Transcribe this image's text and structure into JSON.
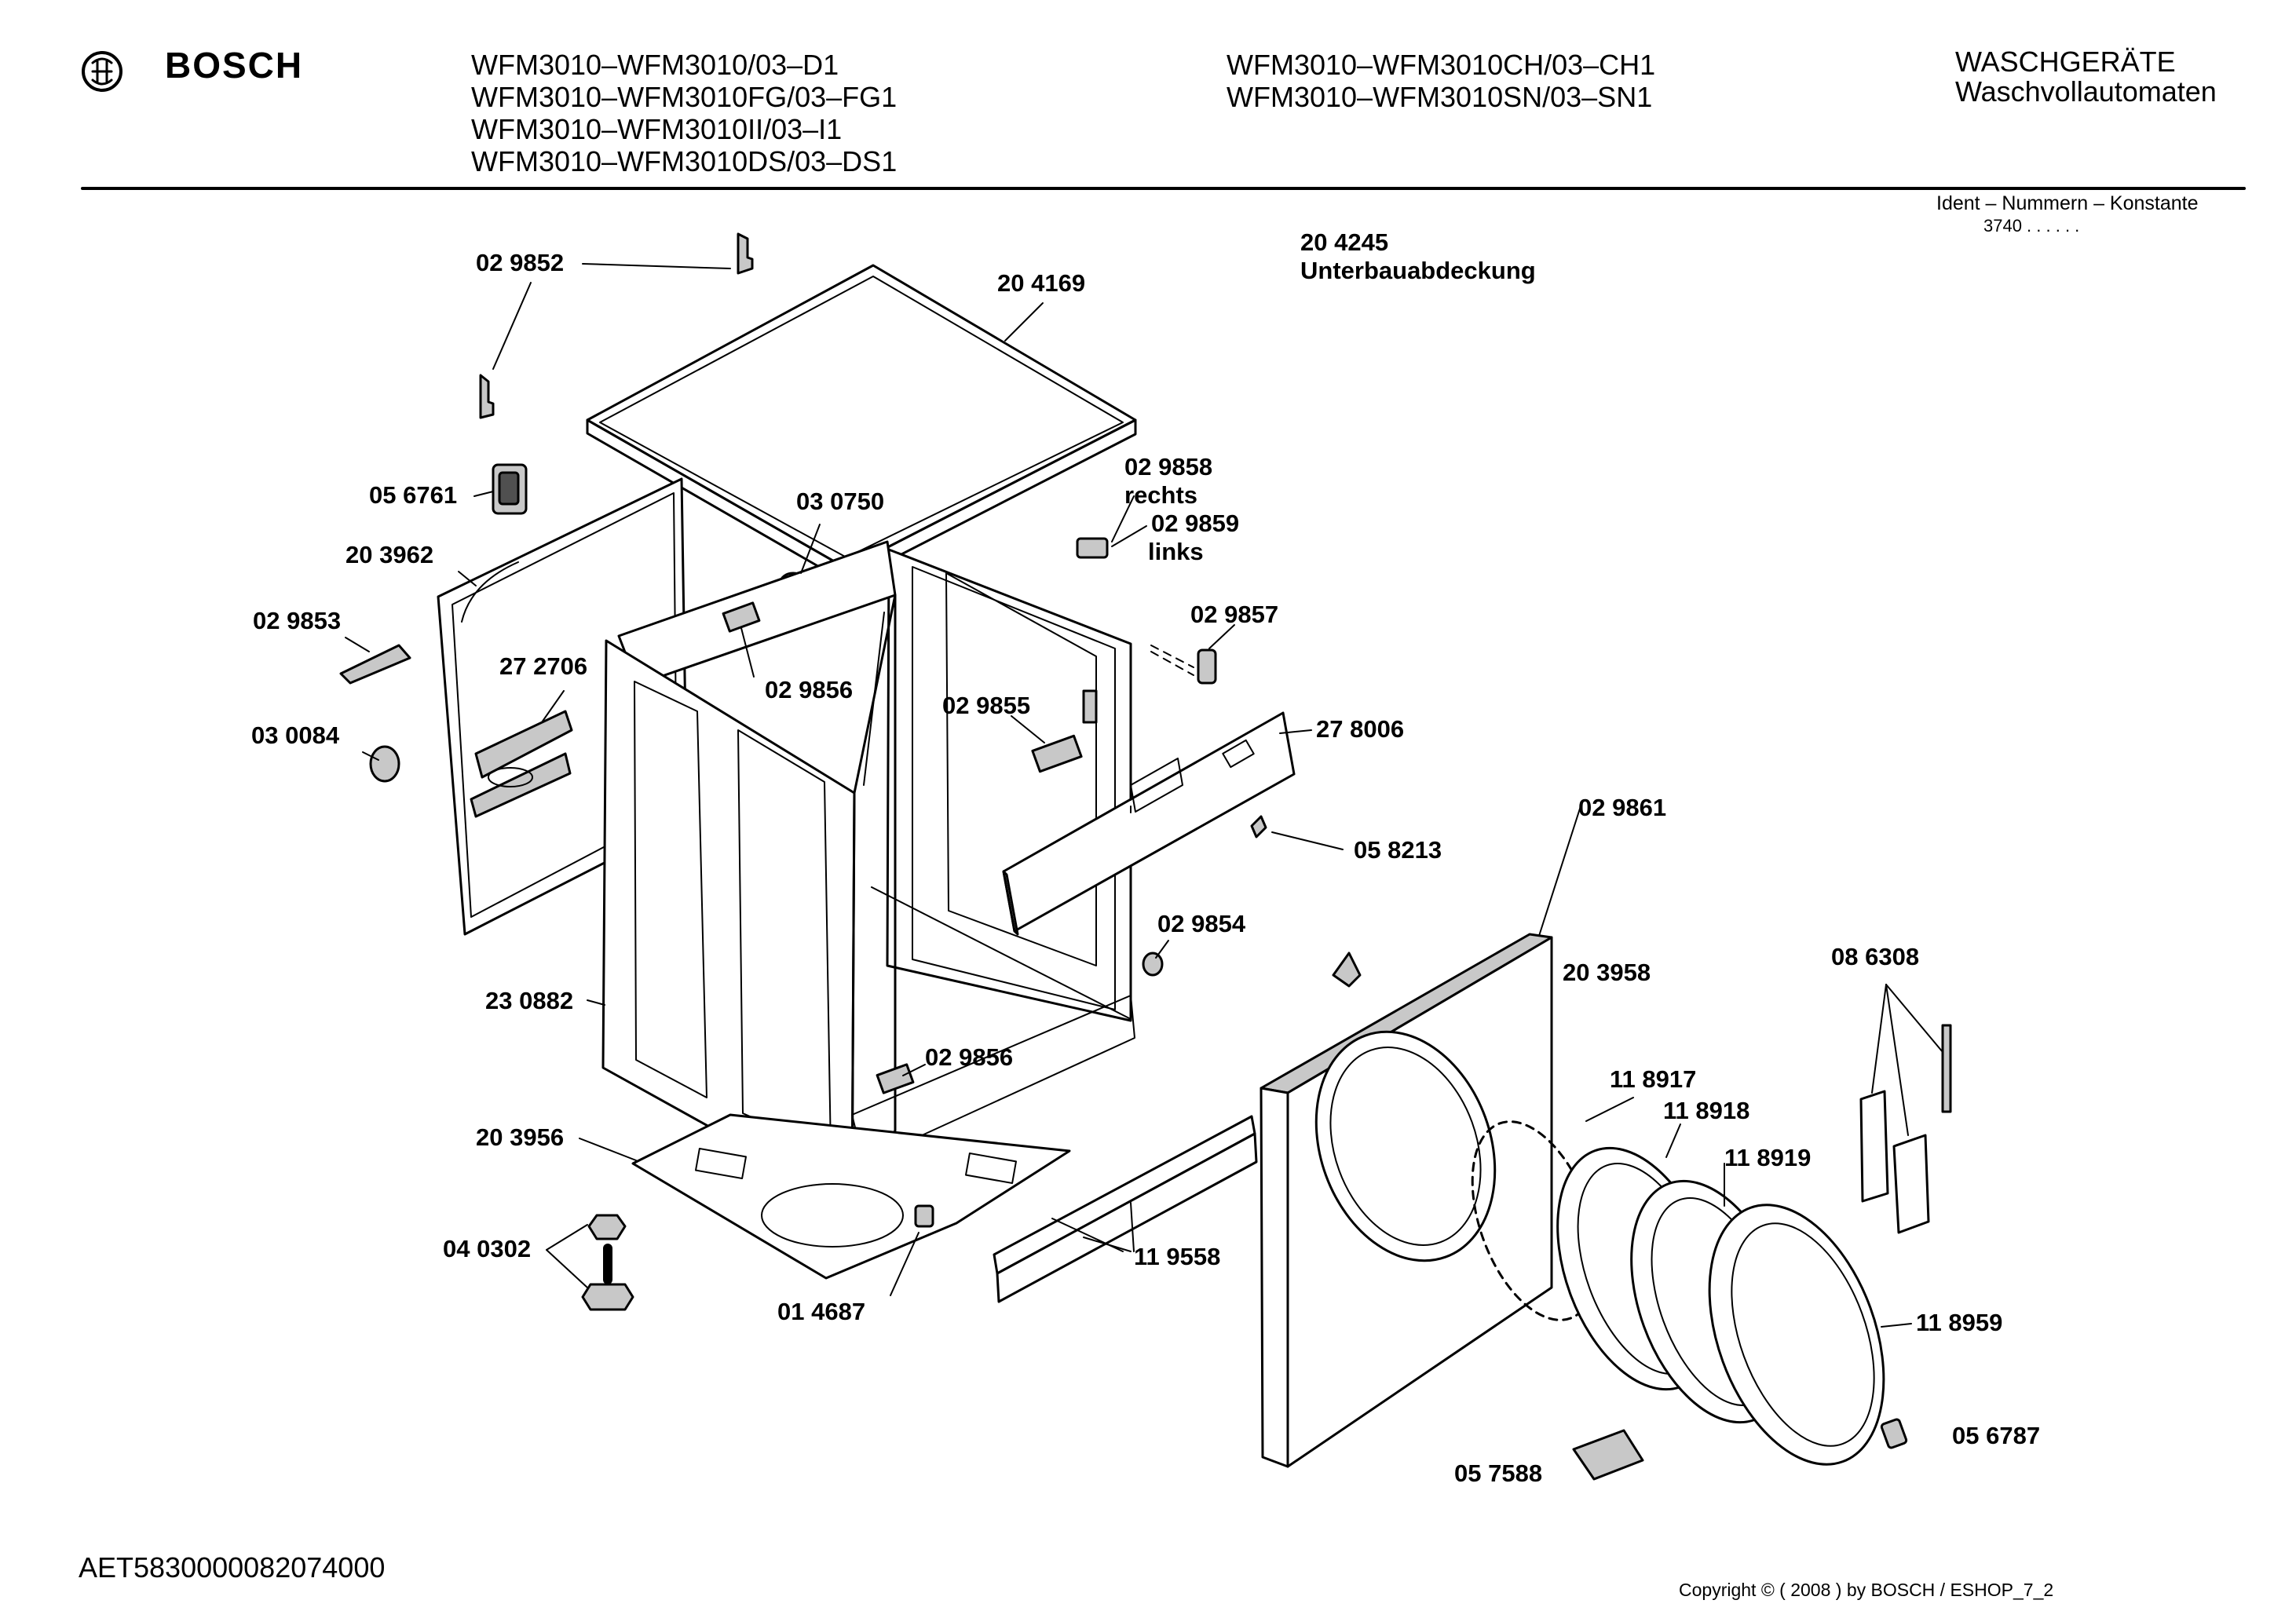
{
  "brand": {
    "name": "BOSCH",
    "logo_icon": "bosch-armature-icon"
  },
  "header": {
    "models_left": [
      "WFM3010–WFM3010/03–D1",
      "WFM3010–WFM3010FG/03–FG1",
      "WFM3010–WFM3010II/03–I1",
      "WFM3010–WFM3010DS/03–DS1"
    ],
    "models_right": [
      "WFM3010–WFM3010CH/03–CH1",
      "WFM3010–WFM3010SN/03–SN1"
    ],
    "category": "WASCHGERÄTE",
    "subcategory": "Waschvollautomaten",
    "ident_label": "Ident – Nummern – Konstante",
    "ident_value": "3740 . . . . . ."
  },
  "note": {
    "part": "20 4245",
    "description": "Unterbauabdeckung"
  },
  "parts": {
    "p029852": "02 9852",
    "p204169": "20 4169",
    "p056761": "05 6761",
    "p030750": "03 0750",
    "p029858": "02 9858",
    "rechts": "rechts",
    "p029859": "02 9859",
    "links": "links",
    "p203962": "20 3962",
    "p029853": "02 9853",
    "p272706": "27 2706",
    "p029856a": "02 9856",
    "p029857": "02 9857",
    "p029855": "02 9855",
    "p278006": "27 8006",
    "p030084": "03 0084",
    "p029861": "02 9861",
    "p058213": "05 8213",
    "p029854": "02 9854",
    "p203958": "20 3958",
    "p086308": "08 6308",
    "p230882": "23 0882",
    "p029856b": "02 9856",
    "p118917": "11 8917",
    "p118918": "11 8918",
    "p203956": "20 3956",
    "p118919": "11 8919",
    "p040302": "04 0302",
    "p119558": "11 9558",
    "p118959": "11 8959",
    "p014687": "01 4687",
    "p056787": "05 6787",
    "p057588": "05 7588"
  },
  "footer": {
    "doc_id": "AET5830000082074000",
    "copyright": "Copyright © ( 2008 ) by BOSCH  / ESHOP_7_2"
  }
}
